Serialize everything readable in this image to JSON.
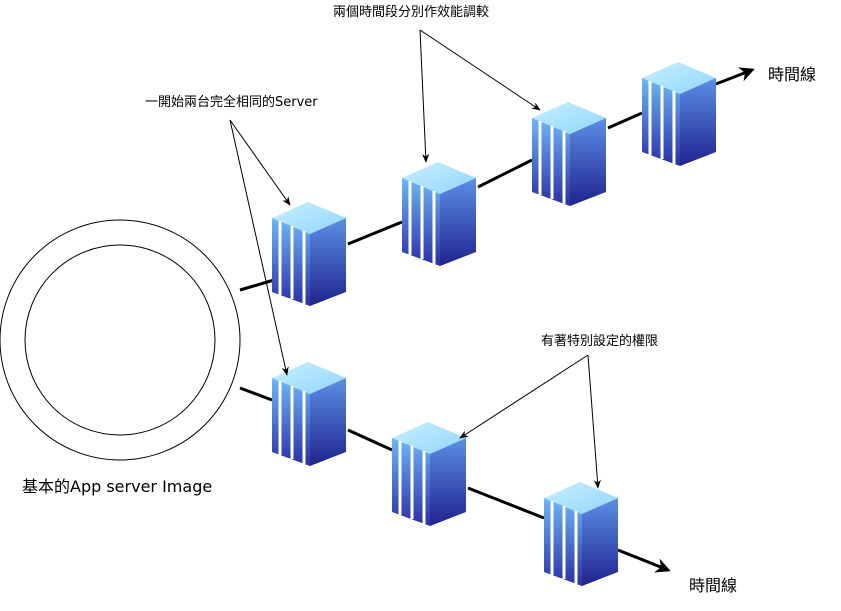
{
  "labels": {
    "base_image": "基本的App server Image",
    "identical_servers": "一開始兩台完全相同的Server",
    "tuning": "兩個時間段分別作效能調較",
    "permissions": "有著特別設定的權限",
    "timeline_top": "時間線",
    "timeline_bottom": "時間線"
  },
  "colors": {
    "server_top": "#9be0ff",
    "server_front_light": "#5aa8f0",
    "server_front_dark": "#2c2fa8",
    "line": "#000000"
  },
  "icons": [
    "server-icon",
    "arrow-icon"
  ]
}
